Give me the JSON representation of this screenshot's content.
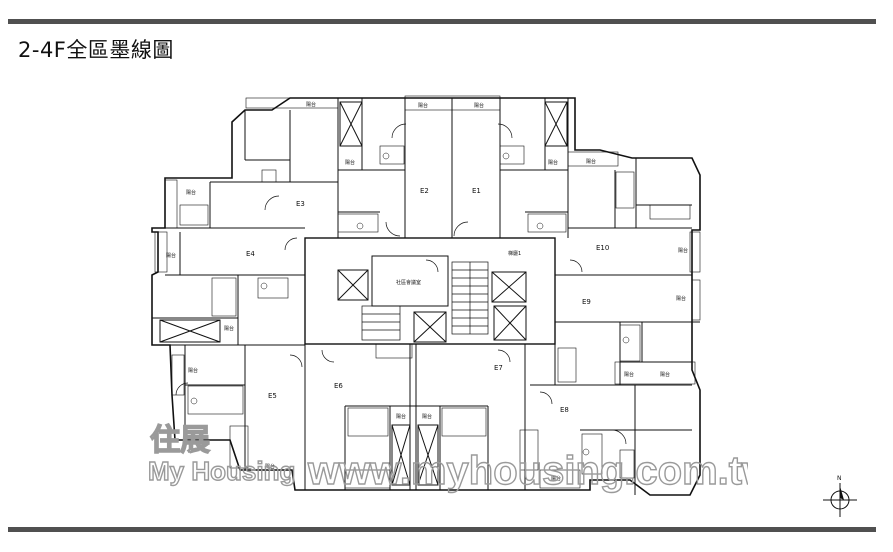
{
  "title": "2-4F全區墨線圖",
  "units": [
    "E1",
    "E2",
    "E3",
    "E4",
    "E5",
    "E6",
    "E7",
    "E8",
    "E9",
    "E10"
  ],
  "balcony_label": "陽台",
  "corridor_label": "梯廳1",
  "lounge_label": "社區會議室",
  "watermark": {
    "logo": "住展",
    "brand": "My Housing",
    "url": "www.myhousing.com.tw"
  },
  "compass_letter": "N",
  "colors": {
    "rule": "#505050",
    "line": "#111111",
    "watermark": "#9a9a9a"
  }
}
